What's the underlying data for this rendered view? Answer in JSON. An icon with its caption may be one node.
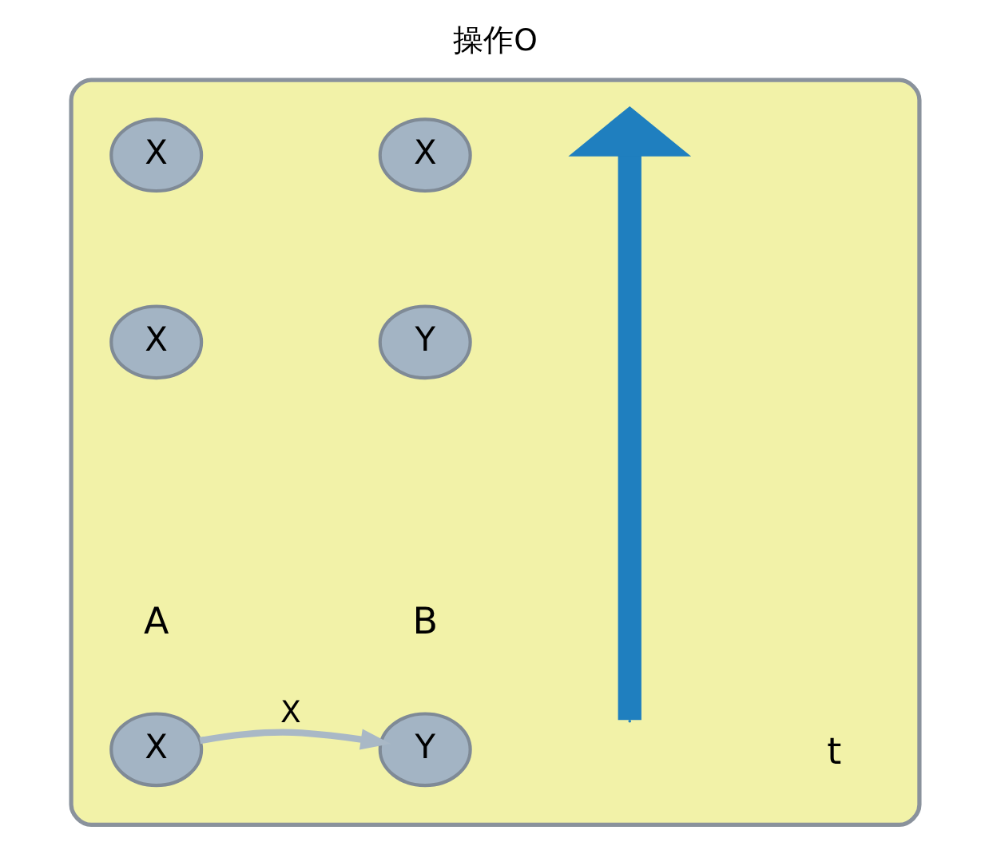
{
  "diagram": {
    "title": "操作O",
    "nodes": [
      {
        "text": [],
        "shape": "box"
      },
      {
        "text": [
          "X"
        ],
        "in": 0
      },
      {
        "text": [
          "Y"
        ],
        "in": 0
      },
      {
        "text": [
          "X"
        ],
        "in": 0
      },
      {
        "text": [
          "Y"
        ],
        "in": 0
      },
      {
        "text": [
          "X"
        ],
        "in": 0
      },
      {
        "text": [
          "X"
        ],
        "in": 0
      }
    ],
    "edges": [
      {
        "from": 3,
        "to": 4,
        "label": "X",
        "arrow": "to"
      }
    ],
    "labels": [
      "A",
      "B",
      "t"
    ]
  }
}
